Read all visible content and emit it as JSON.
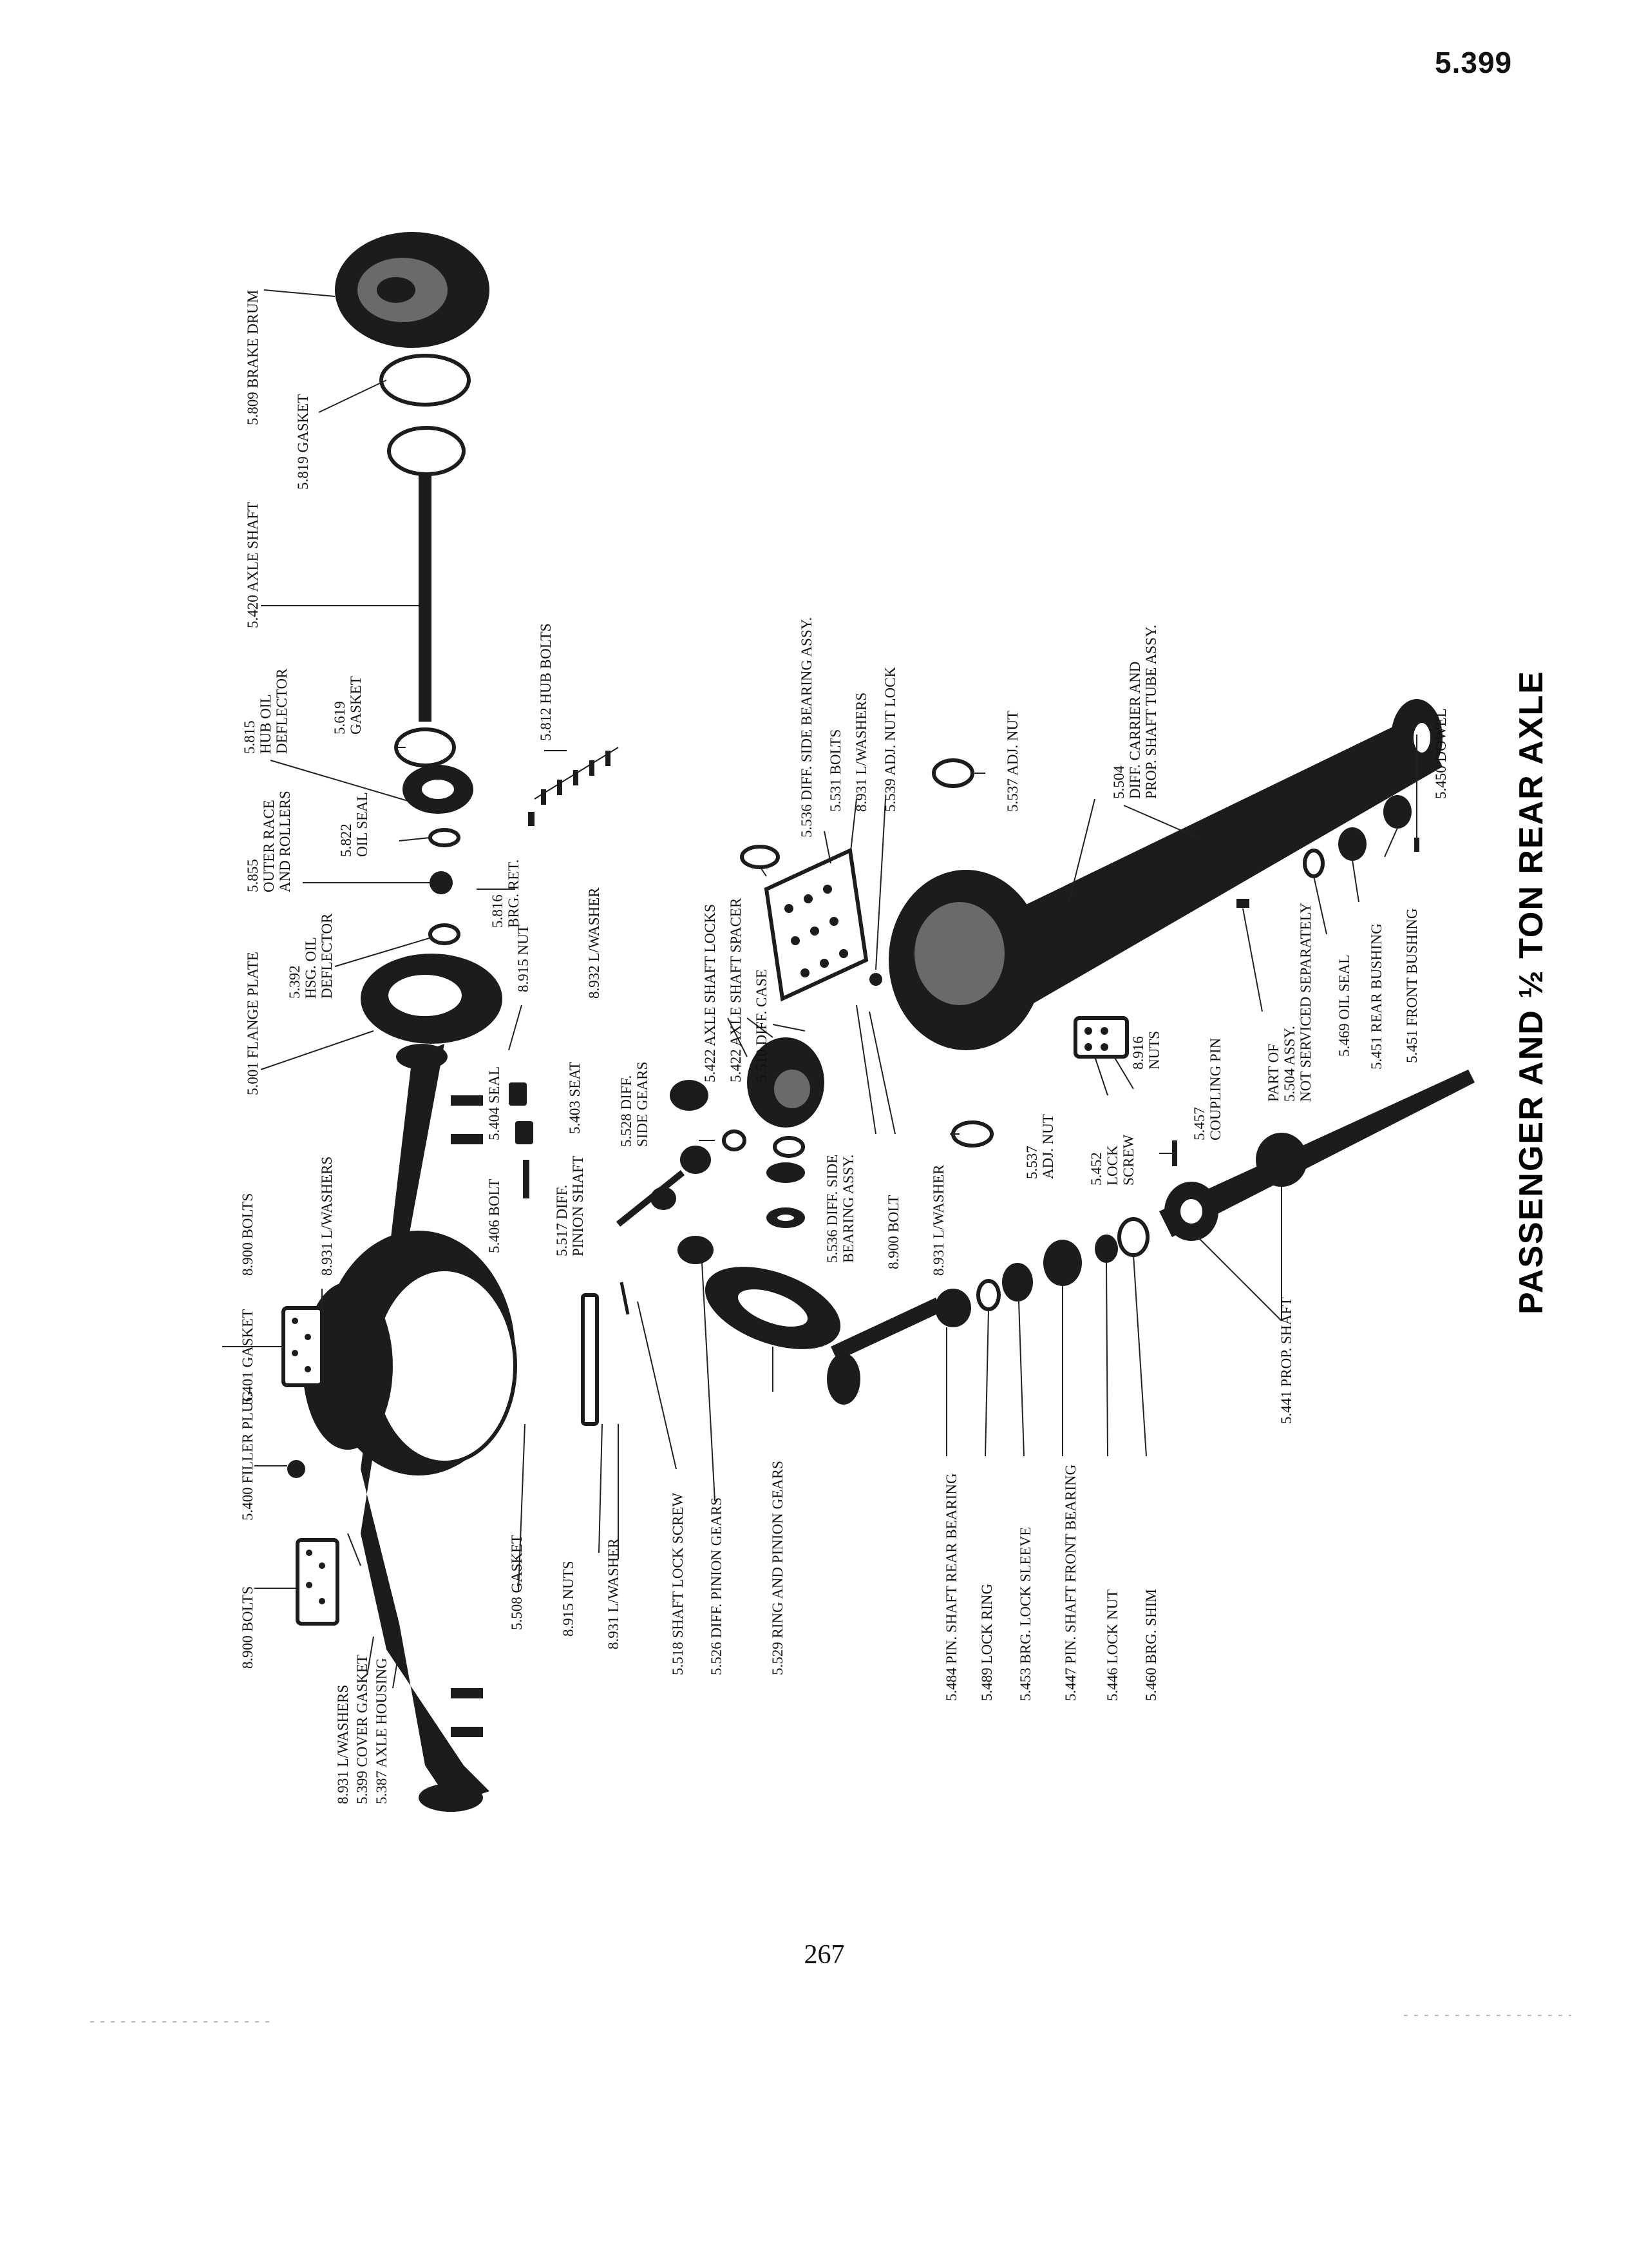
{
  "page": {
    "number_top": "5.399",
    "number_bottom": "267",
    "title": "PASSENGER AND ½ TON REAR AXLE"
  },
  "labels": {
    "l8900b_a": "8.900 BOLTS",
    "l5400": "5.400 FILLER PLUG",
    "l5401": "5.401 GASKET",
    "l8900b_b": "8.900 BOLTS",
    "l8931lw_a": "8.931 L/WASHERS",
    "l8931lw_b": "8.931 L/WASHERS",
    "l5399": "5.399 COVER GASKET",
    "l5387": "5.387 AXLE HOUSING",
    "l5001": "5.001 FLANGE PLATE",
    "l5392a": "5.392",
    "l5392b": "HSG. OIL",
    "l5392c": "DEFLECTOR",
    "l5855a": "5.855",
    "l5855b": "OUTER RACE",
    "l5855c": "AND ROLLERS",
    "l5815a": "5.815",
    "l5815b": "HUB OIL",
    "l5815c": "DEFLECTOR",
    "l5420": "5.420 AXLE SHAFT",
    "l5819": "5.819 GASKET",
    "l5809": "5.809 BRAKE DRUM",
    "l5822a": "5.822",
    "l5822b": "OIL SEAL",
    "l5619a": "5.619",
    "l5619b": "GASKET",
    "l5816a": "5.816",
    "l5816b": "BRG. RET.",
    "l5812": "5.812 HUB BOLTS",
    "l8915a": "8.915 NUT",
    "l8932": "8.932 L/WASHER",
    "l5404": "5.404 SEAL",
    "l5406": "5.406 BOLT",
    "l5403": "5.403 SEAT",
    "l5508": "5.508 GASKET",
    "l8915b": "8.915 NUTS",
    "l8931c": "8.931 L/WASHER",
    "l5517a": "5.517 DIFF.",
    "l5517b": "PINION SHAFT",
    "l5528a": "5.528 DIFF.",
    "l5528b": "SIDE GEARS",
    "l5518": "5.518 SHAFT LOCK SCREW",
    "l5526": "5.526 DIFF. PINION GEARS",
    "l5529": "5.529 RING AND PINION GEARS",
    "l5422a": "5.422 AXLE SHAFT LOCKS",
    "l5422b": "5.422 AXLE SHAFT SPACER",
    "l5510": "5.510 DIFF. CASE",
    "l5536a1": "5.536 DIFF. SIDE",
    "l5536a2": "BEARING ASSY.",
    "l8900c": "8.900 BOLT",
    "l8931d": "8.931 L/WASHER",
    "l5536b": "5.536 DIFF. SIDE BEARING ASSY.",
    "l5531": "5.531 BOLTS",
    "l8931e": "8.931 L/WASHERS",
    "l5539": "5.539 ADJ. NUT LOCK",
    "l5537a": "5.537 ADJ. NUT",
    "l5537b1": "5.537",
    "l5537b2": "ADJ. NUT",
    "l5504a": "5.504",
    "l5504b": "DIFF. CARRIER AND",
    "l5504c": "PROP. SHAFT TUBE ASSY.",
    "l8916a": "8.916",
    "l8916b": "NUTS",
    "l5452a": "5.452",
    "l5452b": "LOCK",
    "l5452c": "SCREW",
    "l5457a": "5.457",
    "l5457b": "COUPLING PIN",
    "lpart1": "PART OF",
    "lpart2": "5.504 ASSY.",
    "lpart3": "NOT SERVICED SEPARATELY",
    "l5469": "5.469 OIL SEAL",
    "l5451a": "5.451 REAR BUSHING",
    "l5451b": "5.451 FRONT BUSHING",
    "l5450": "5.450 DOWEL",
    "l5441": "5.441 PROP. SHAFT",
    "l5484": "5.484 PIN. SHAFT REAR BEARING",
    "l5489": "5.489 LOCK RING",
    "l5453": "5.453 BRG. LOCK SLEEVE",
    "l5447": "5.447 PIN. SHAFT FRONT BEARING",
    "l5446": "5.446 LOCK NUT",
    "l5460": "5.460 BRG. SHIM"
  }
}
